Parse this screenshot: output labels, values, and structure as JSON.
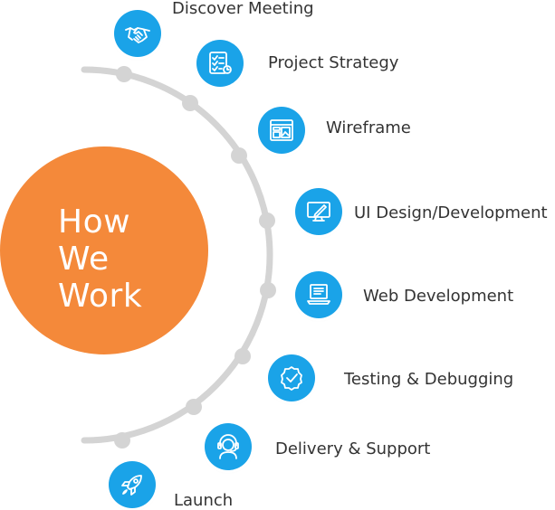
{
  "center": {
    "line1": "How",
    "line2": "We",
    "line3": "Work"
  },
  "colors": {
    "accent": "#f4893a",
    "icon_bg": "#1aa3e8",
    "arc": "#d4d4d4",
    "text": "#333333"
  },
  "steps": [
    {
      "label": "Discover Meeting",
      "icon": "handshake-icon"
    },
    {
      "label": "Project Strategy",
      "icon": "checklist-icon"
    },
    {
      "label": "Wireframe",
      "icon": "wireframe-icon"
    },
    {
      "label": "UI Design/Development",
      "icon": "monitor-pen-icon"
    },
    {
      "label": "Web Development",
      "icon": "laptop-code-icon"
    },
    {
      "label": "Testing & Debugging",
      "icon": "check-badge-icon"
    },
    {
      "label": "Delivery & Support",
      "icon": "headset-icon"
    },
    {
      "label": "Launch",
      "icon": "rocket-icon"
    }
  ]
}
